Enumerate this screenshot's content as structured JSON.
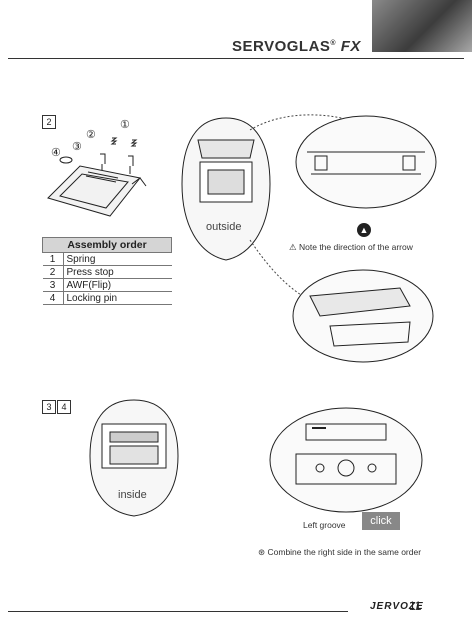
{
  "header": {
    "brand": "SERVOGLAS",
    "brand_suffix": "FX"
  },
  "step2": {
    "step_label": "2",
    "callouts": [
      "①",
      "②",
      "③",
      "④"
    ],
    "outside_label": "outside",
    "arrow_note": "Note the direction of the arrow",
    "assembly_table": {
      "title": "Assembly order",
      "rows": [
        {
          "num": "1",
          "label": "Spring"
        },
        {
          "num": "2",
          "label": "Press stop"
        },
        {
          "num": "3",
          "label": "AWF(Flip)"
        },
        {
          "num": "4",
          "label": "Locking pin"
        }
      ]
    }
  },
  "step34": {
    "step_labels": [
      "3",
      "4"
    ],
    "inside_label": "inside",
    "left_groove_label": "Left groove",
    "click_label": "click",
    "combine_note": "Combine the right side in the same order"
  },
  "footer": {
    "brand": "JERVOZE",
    "page_number": "11"
  }
}
